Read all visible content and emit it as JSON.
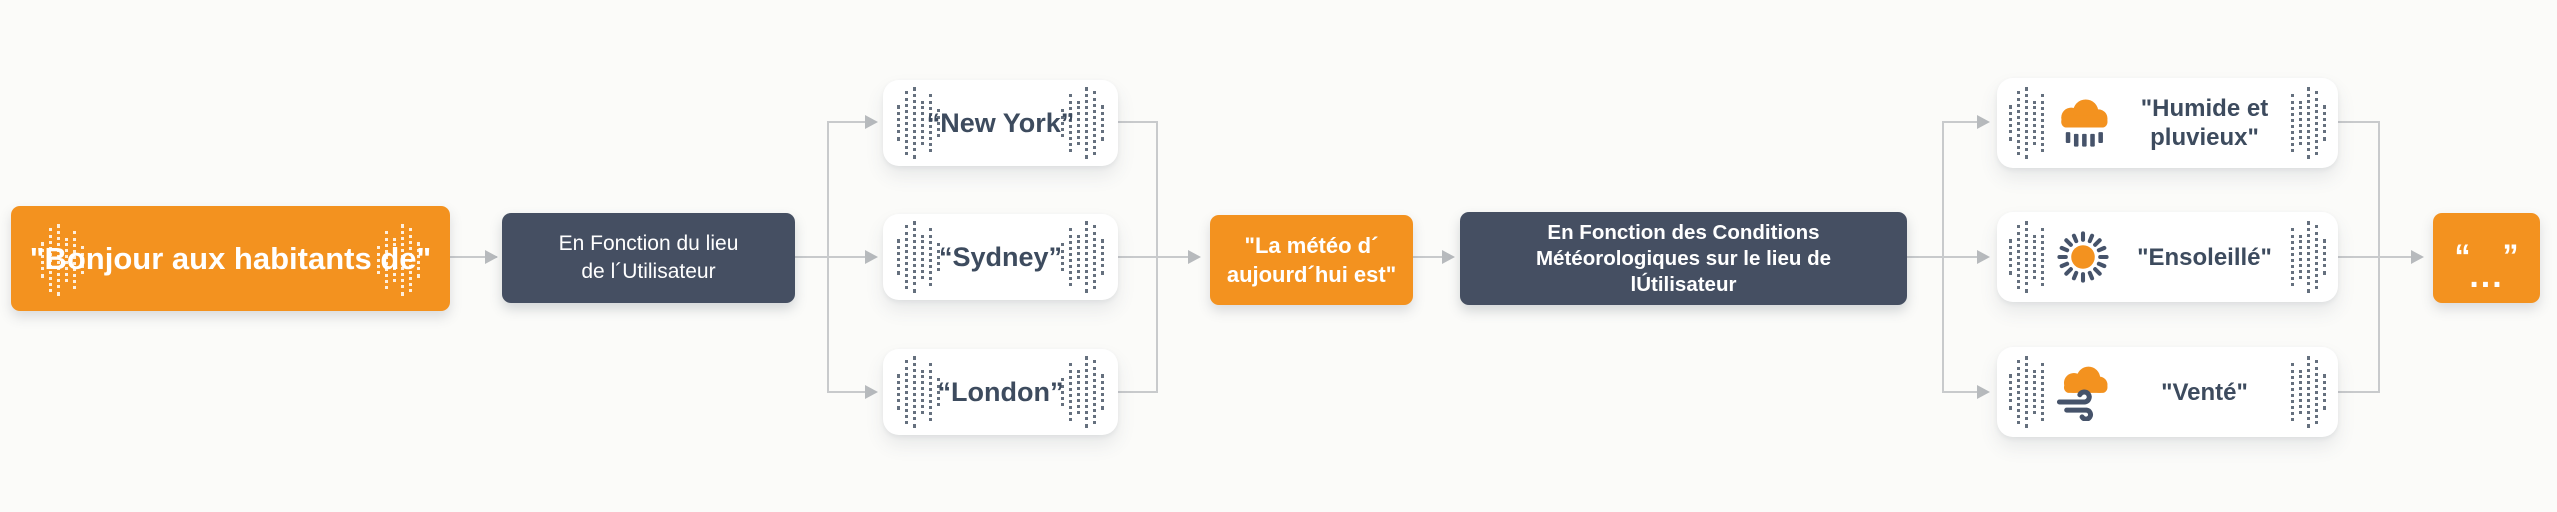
{
  "page": {
    "background": "#FBFBF9"
  },
  "palette": {
    "orange": "#F3921F",
    "navy": "#454F62",
    "box_text": "#3D4B5E",
    "connector": "#C8CACC",
    "arrow": "#B7BABD",
    "white_box": "#FFFFFF"
  },
  "flow": {
    "greeting": {
      "label": "\"Bonjour aux habitants de\""
    },
    "location_condition": {
      "line1": "En Fonction du lieu",
      "line2": "de l´Utilisateur"
    },
    "cities": [
      {
        "label": "“New York”"
      },
      {
        "label": "“Sydney”"
      },
      {
        "label": "“London”"
      }
    ],
    "weather_prompt": {
      "line1": "\"La météo d´",
      "line2": "aujourd´hui est\""
    },
    "weather_condition": {
      "line1": "En Fonction des Conditions",
      "line2": "Météorologiques sur le lieu de",
      "line3": "lÚtilisateur"
    },
    "weather_outcomes": [
      {
        "icon": "rain-cloud-icon",
        "label": "\"Humide et pluvieux\""
      },
      {
        "icon": "sun-icon",
        "label": "\"Ensoleillé\""
      },
      {
        "icon": "wind-cloud-icon",
        "label": "\"Venté\""
      }
    ],
    "result": {
      "open_quote": "“",
      "close_quote": "”",
      "ellipsis": "..."
    }
  }
}
